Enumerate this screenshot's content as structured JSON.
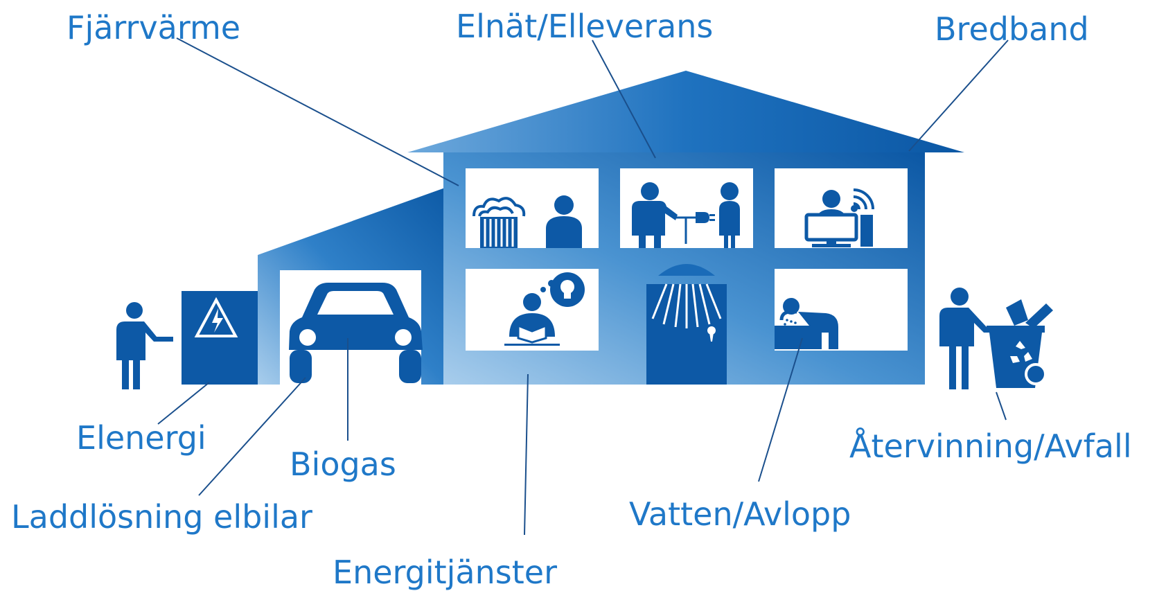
{
  "colors": {
    "primary": "#1f78c8",
    "dark": "#0d59a6",
    "light": "#9ec7ea",
    "leader": "#1a4f8c",
    "white": "#ffffff"
  },
  "labels": {
    "fjarrvarme": "Fjärrvärme",
    "elnat": "Elnät/Elleverans",
    "bredband": "Bredband",
    "elenergi": "Elenergi",
    "biogas": "Biogas",
    "laddlosning": "Laddlösning elbilar",
    "energitjanster": "Energitjänster",
    "vatten": "Vatten/Avlopp",
    "atervinning": "Återvinning/Avfall"
  }
}
